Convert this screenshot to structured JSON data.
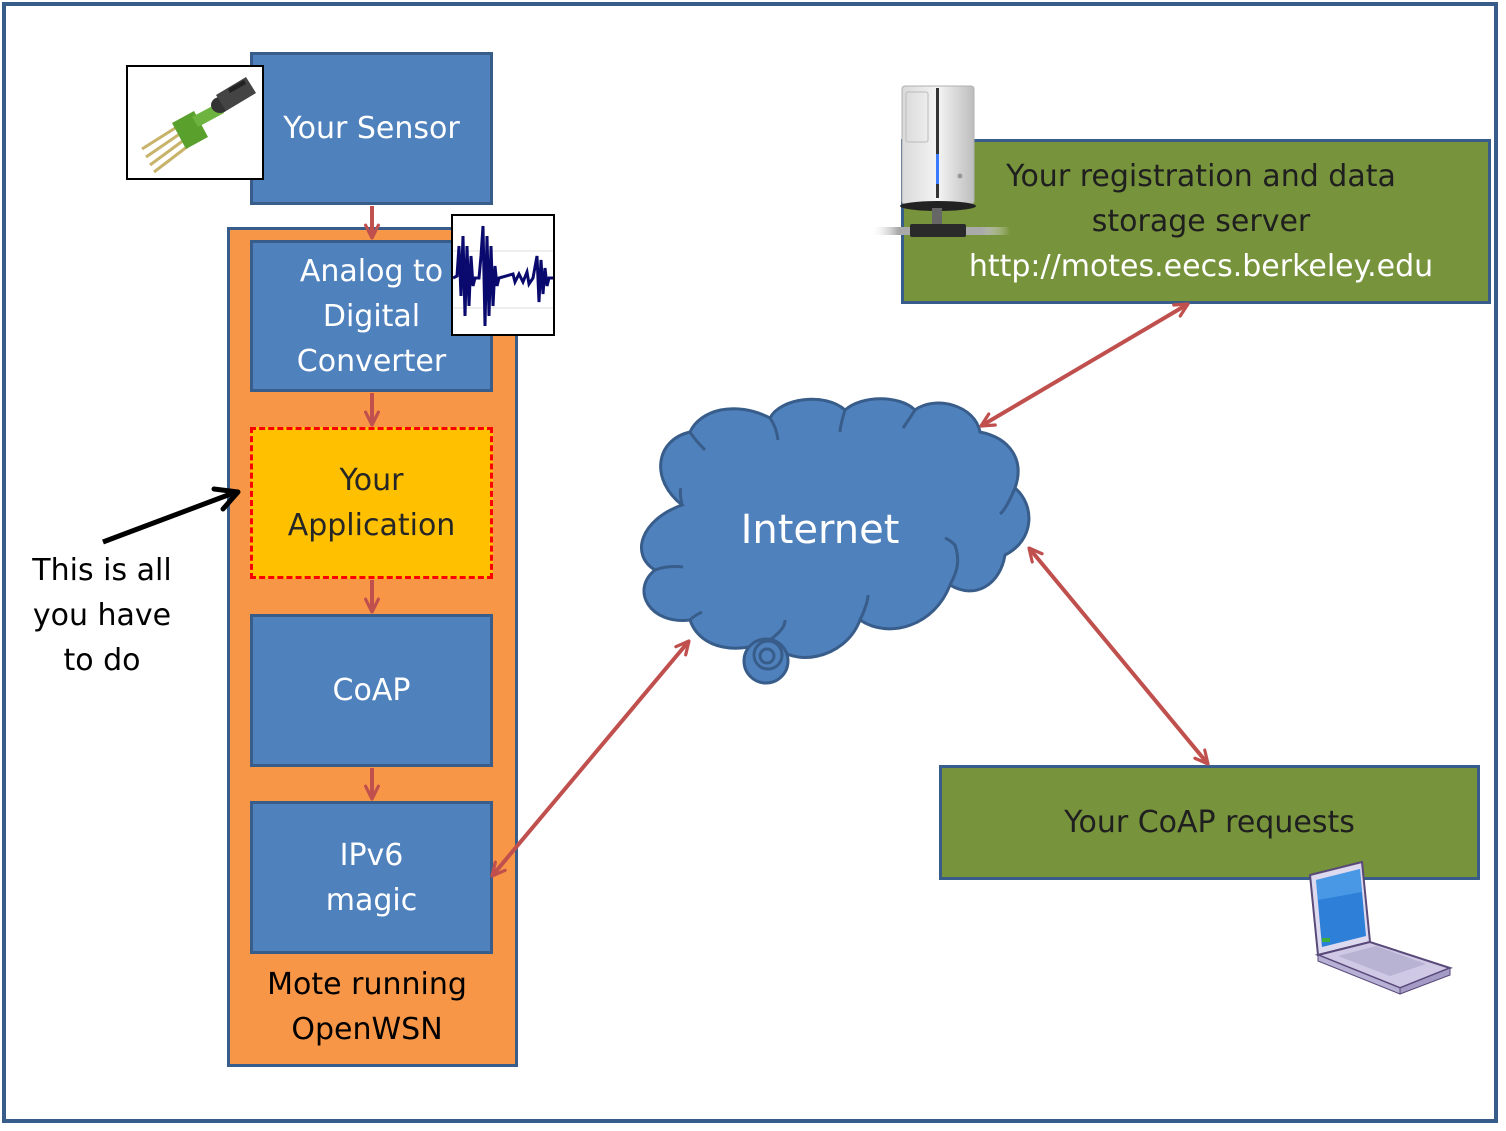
{
  "diagram": {
    "sensor_box": {
      "label": "Your Sensor"
    },
    "mote_container": {
      "label_line1": "Mote running",
      "label_line2": "OpenWSN"
    },
    "adc_box": {
      "line1": "Analog to",
      "line2": "Digital",
      "line3": "Converter"
    },
    "application_box": {
      "line1": "Your",
      "line2": "Application"
    },
    "coap_box": {
      "label": "CoAP"
    },
    "ipv6_box": {
      "line1": "IPv6",
      "line2": "magic"
    },
    "annotation": {
      "line1": "This is all",
      "line2": "you have",
      "line3": "to do"
    },
    "internet_cloud": {
      "label": "Internet"
    },
    "server_box": {
      "line1": "Your registration and data",
      "line2": "storage server",
      "url": "http://motes.eecs.berkeley.edu"
    },
    "coap_requests_box": {
      "label": "Your CoAP requests"
    },
    "icons": {
      "sensor": "sensor-chip-icon",
      "waveform": "audio-waveform-icon",
      "server": "server-tower-icon",
      "laptop": "laptop-icon"
    },
    "colors": {
      "blue_box": "#4f81bd",
      "box_border": "#385d8a",
      "mote_orange": "#f79646",
      "application_yellow": "#ffc000",
      "application_dash": "#ff0000",
      "green_box": "#77933c",
      "arrow_red": "#c0504d"
    }
  }
}
